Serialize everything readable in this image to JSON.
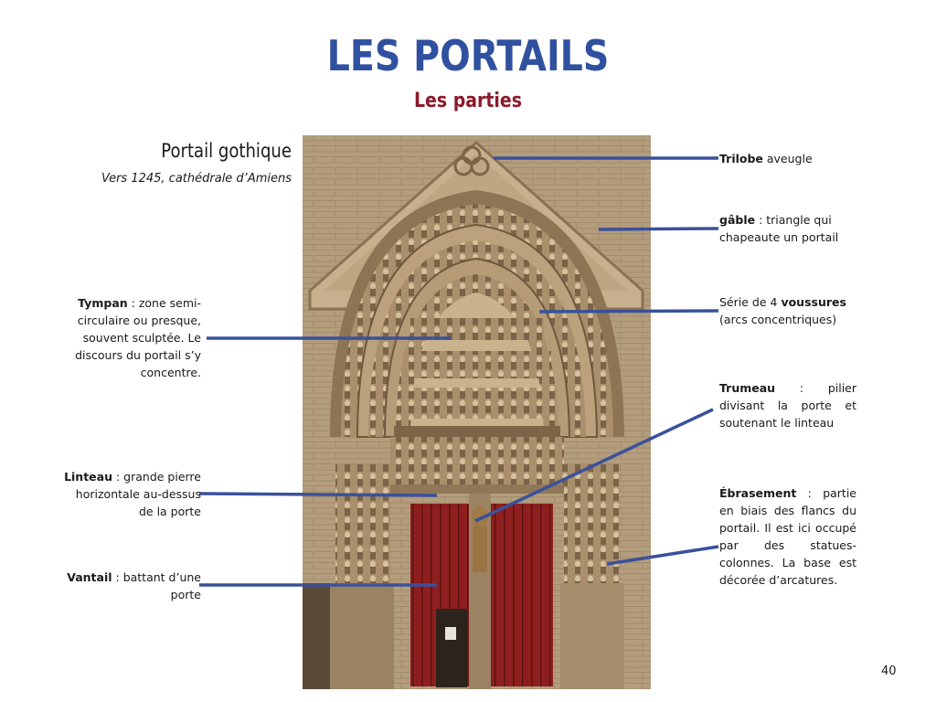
{
  "title": "LES PORTAILS",
  "subtitle": "Les parties",
  "heading": "Portail gothique",
  "caption": "Vers 1245, cathédrale d’Amiens",
  "labels": {
    "trilobe": {
      "term": "Trilobe",
      "text": " aveugle"
    },
    "gable": {
      "term": "gâble",
      "text": " : triangle qui chapeaute un portail"
    },
    "voussures": {
      "pre": "Série de 4 ",
      "term": "voussures",
      "text": " (arcs concentriques)"
    },
    "tympan": {
      "term": "Tympan",
      "text": " : zone semi-circulaire ou presque, souvent sculptée. Le discours du portail s’y concentre."
    },
    "trumeau": {
      "term": "Trumeau",
      "text": " : pilier divisant la porte et soutenant le linteau"
    },
    "linteau": {
      "term": "Linteau",
      "text": " : grande pierre horizontale au-dessus de la porte"
    },
    "ebrasement": {
      "term": "Ébrasement",
      "text": " : partie en biais des flancs du portail. Il est ici occupé par des statues-colonnes. La base est décorée d’arcatures."
    },
    "vantail": {
      "term": "Vantail",
      "text": "  : battant d’une porte"
    }
  },
  "page_number": "40",
  "colors": {
    "title": "#3050a0",
    "subtitle": "#8b1a2b",
    "leader": "#3a519b"
  }
}
